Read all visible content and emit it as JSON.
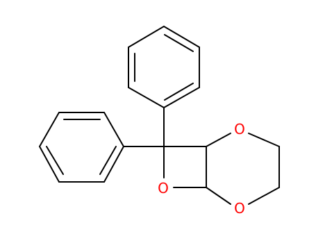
{
  "molecule": {
    "atoms": [
      {
        "id": "o1",
        "symbol": "O",
        "color": "#ff0000"
      },
      {
        "id": "o2",
        "symbol": "O",
        "color": "#ff0000"
      },
      {
        "id": "o3",
        "symbol": "O",
        "color": "#ff0000"
      }
    ],
    "bond_color": "#000000",
    "heteroatom_bond_color": "#ff0000"
  }
}
